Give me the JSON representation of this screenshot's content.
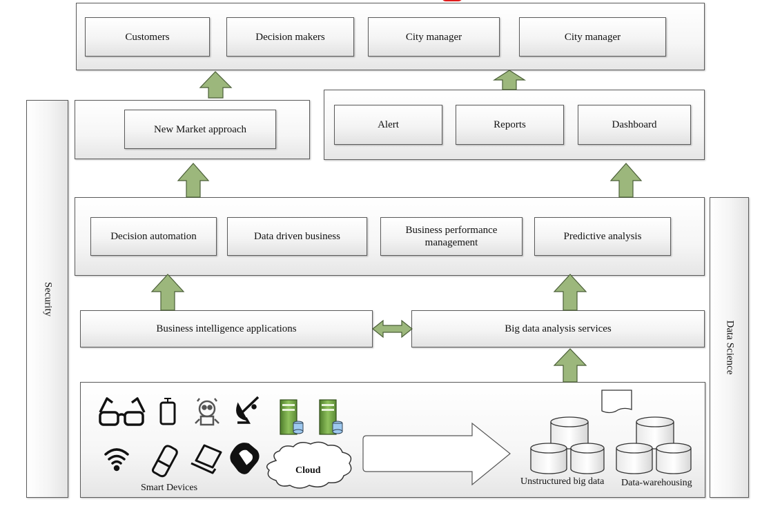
{
  "top_layer": {
    "boxes": [
      "Customers",
      "Decision makers",
      "City manager",
      "City manager"
    ]
  },
  "market_layer": {
    "box": "New Market approach"
  },
  "outputs_layer": {
    "boxes": [
      "Alert",
      "Reports",
      "Dashboard"
    ]
  },
  "analytics_layer": {
    "boxes": [
      "Decision automation",
      "Data driven business",
      "Business performance management",
      "Predictive analysis"
    ]
  },
  "services_layer": {
    "left": "Business intelligence applications",
    "right": "Big data analysis services"
  },
  "sources_layer": {
    "devices_label": "Smart Devices",
    "cloud_label": "Cloud",
    "unstructured_label": "Unstructured big data",
    "warehouse_label": "Data-warehousing"
  },
  "side_labels": {
    "left": "Security",
    "right": "Data Science"
  },
  "colors": {
    "arrow_fill": "#9cb77c",
    "arrow_stroke": "#4a5e37",
    "title_fragment": "#e01b1b",
    "server_green": "#7fae4e"
  }
}
